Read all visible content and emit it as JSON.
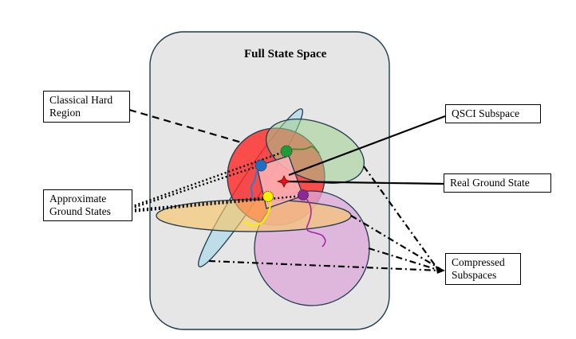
{
  "diagram": {
    "title": "Full State Space",
    "labels": {
      "classical_hard_region": [
        "Classical Hard",
        "Region"
      ],
      "approximate_ground_states": [
        "Approximate",
        "Ground States"
      ],
      "qsci_subspace": "QSCI Subspace",
      "real_ground_state": "Real Ground State",
      "compressed_subspaces": [
        "Compressed",
        "Subspaces"
      ]
    },
    "regions": [
      {
        "name": "full-state-space",
        "color": "#e6e6e6"
      },
      {
        "name": "blue-ellipse",
        "color": "#b9dbe8"
      },
      {
        "name": "red-circle",
        "color": "#ff2a2a"
      },
      {
        "name": "green-ellipse",
        "color": "#b5dca8"
      },
      {
        "name": "yellow-ellipse",
        "color": "#f5cf7a"
      },
      {
        "name": "pink-circle",
        "color": "#dca8d8"
      },
      {
        "name": "qsci-quadrilateral",
        "color": "#f9a3a8"
      }
    ],
    "markers": [
      {
        "name": "green-approximate-state",
        "color": "#1f9a3a"
      },
      {
        "name": "blue-approximate-state",
        "color": "#1f6fc0"
      },
      {
        "name": "yellow-approximate-state",
        "color": "#f5f000"
      },
      {
        "name": "purple-approximate-state",
        "color": "#8a2a9a"
      },
      {
        "name": "real-ground-state-star",
        "color": "#e3141e"
      }
    ]
  }
}
